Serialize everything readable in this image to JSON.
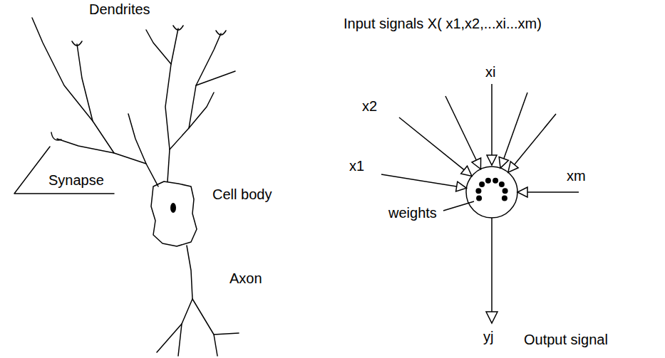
{
  "diagram": {
    "labels": [
      "Dendrites",
      "Synapse",
      "Cell body",
      "Axon",
      "Input signals X( x1,x2,...xi...xm)",
      "xi",
      "x2",
      "x1",
      "xm",
      "weights",
      "yj",
      "Output signal"
    ]
  }
}
